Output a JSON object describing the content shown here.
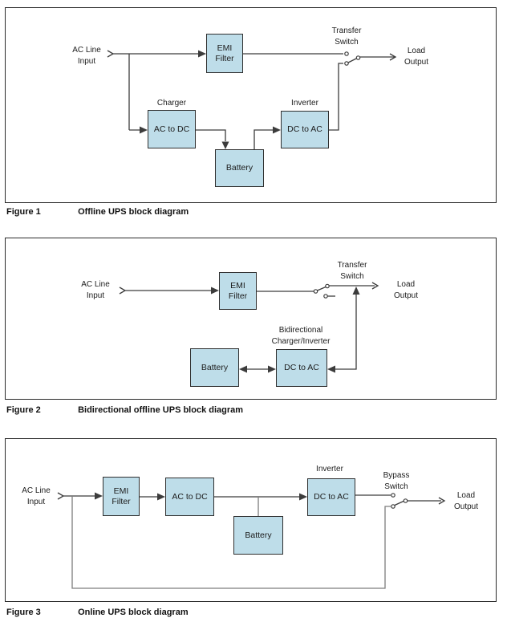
{
  "colors": {
    "block_fill": "#bedde9",
    "block_border": "#2f2f2f",
    "line": "#3c3c3c",
    "line_soft": "#7d7d7d",
    "text": "#1c1c1c"
  },
  "figure1": {
    "caption": {
      "label": "Figure 1",
      "title": "Offline UPS block diagram"
    },
    "input": {
      "line1": "AC Line",
      "line2": "Input"
    },
    "output": {
      "line1": "Load",
      "line2": "Output"
    },
    "switch_label": {
      "line1": "Transfer",
      "line2": "Switch"
    },
    "charger_label": "Charger",
    "inverter_label": "Inverter",
    "blocks": {
      "emi_line1": "EMI",
      "emi_line2": "Filter",
      "acdc": "AC to DC",
      "battery": "Battery",
      "dcac": "DC to AC"
    }
  },
  "figure2": {
    "caption": {
      "label": "Figure 2",
      "title": "Bidirectional offline UPS block diagram"
    },
    "input": {
      "line1": "AC Line",
      "line2": "Input"
    },
    "output": {
      "line1": "Load",
      "line2": "Output"
    },
    "switch_label": {
      "line1": "Transfer",
      "line2": "Switch"
    },
    "bidir_label": {
      "line1": "Bidirectional",
      "line2": "Charger/Inverter"
    },
    "blocks": {
      "emi_line1": "EMI",
      "emi_line2": "Filter",
      "battery": "Battery",
      "dcac": "DC to AC"
    }
  },
  "figure3": {
    "caption": {
      "label": "Figure 3",
      "title": "Online UPS block diagram"
    },
    "input": {
      "line1": "AC Line",
      "line2": "Input"
    },
    "output": {
      "line1": "Load",
      "line2": "Output"
    },
    "switch_label": {
      "line1": "Bypass",
      "line2": "Switch"
    },
    "inverter_label": "Inverter",
    "blocks": {
      "emi_line1": "EMI",
      "emi_line2": "Filter",
      "acdc": "AC to DC",
      "battery": "Battery",
      "dcac": "DC to AC"
    }
  }
}
